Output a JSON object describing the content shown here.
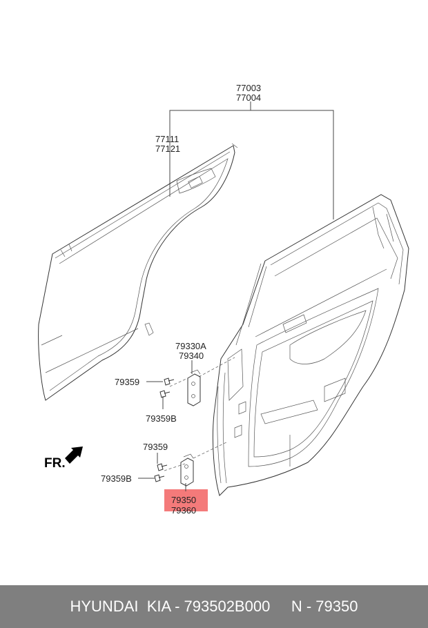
{
  "diagram": {
    "labels": {
      "door_assy_a": "77003",
      "door_assy_b": "77004",
      "outer_panel_a": "77111",
      "outer_panel_b": "77121",
      "upper_hinge_a": "79330A",
      "upper_hinge_b": "79340",
      "upper_bolt_a": "79359",
      "upper_bolt_b": "79359B",
      "lower_bolt_a": "79359",
      "lower_bolt_b": "79359B",
      "lower_hinge_a": "79350",
      "lower_hinge_b": "79360"
    },
    "fr_label": "FR.",
    "highlight_color": "#f47a7a",
    "icons": [
      "front-direction-arrow-icon"
    ]
  },
  "footer": {
    "text": "HYUNDAI  KIA - 793502B000     N - 79350",
    "background": "#7f7f7f"
  }
}
